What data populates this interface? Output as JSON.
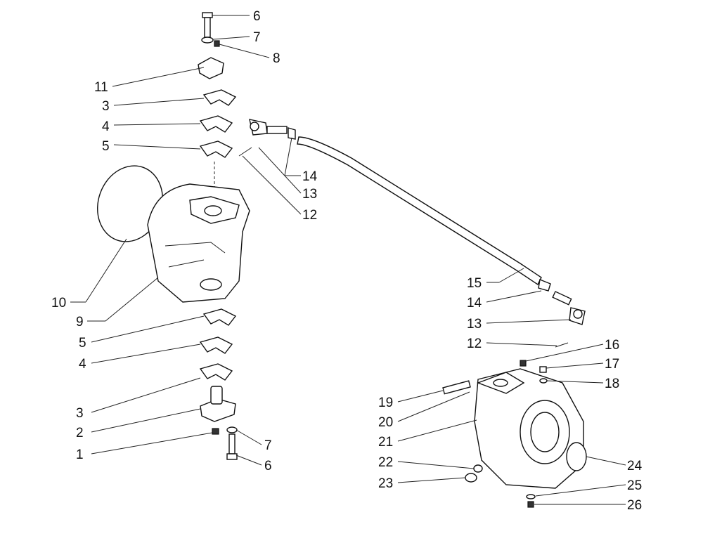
{
  "title": "Steering knuckle and tie rod exploded parts diagram",
  "callouts": [
    {
      "number": "6"
    },
    {
      "number": "7"
    },
    {
      "number": "8"
    },
    {
      "number": "11"
    },
    {
      "number": "3"
    },
    {
      "number": "4"
    },
    {
      "number": "5"
    },
    {
      "number": "14"
    },
    {
      "number": "13"
    },
    {
      "number": "12"
    },
    {
      "number": "10"
    },
    {
      "number": "9"
    },
    {
      "number": "5"
    },
    {
      "number": "4"
    },
    {
      "number": "3"
    },
    {
      "number": "2"
    },
    {
      "number": "1"
    },
    {
      "number": "7"
    },
    {
      "number": "6"
    },
    {
      "number": "15"
    },
    {
      "number": "14"
    },
    {
      "number": "13"
    },
    {
      "number": "12"
    },
    {
      "number": "16"
    },
    {
      "number": "17"
    },
    {
      "number": "18"
    },
    {
      "number": "19"
    },
    {
      "number": "20"
    },
    {
      "number": "21"
    },
    {
      "number": "22"
    },
    {
      "number": "23"
    },
    {
      "number": "24"
    },
    {
      "number": "25"
    },
    {
      "number": "26"
    }
  ]
}
